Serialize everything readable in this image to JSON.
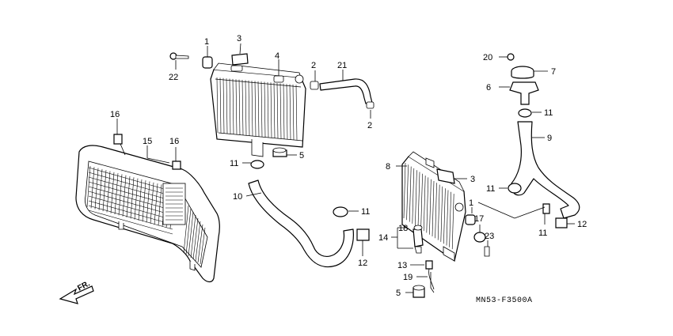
{
  "diagram": {
    "code": "MN53-F3500A",
    "direction_label": "FR.",
    "colors": {
      "line": "#000000",
      "background": "#ffffff"
    },
    "callouts": [
      {
        "id": "c1a",
        "text": "1"
      },
      {
        "id": "c2a",
        "text": "2"
      },
      {
        "id": "c2b",
        "text": "2"
      },
      {
        "id": "c3a",
        "text": "3"
      },
      {
        "id": "c4",
        "text": "4"
      },
      {
        "id": "c21",
        "text": "21"
      },
      {
        "id": "c22",
        "text": "22"
      },
      {
        "id": "c16a",
        "text": "16"
      },
      {
        "id": "c16b",
        "text": "16"
      },
      {
        "id": "c15",
        "text": "15"
      },
      {
        "id": "c11a",
        "text": "11"
      },
      {
        "id": "c5a",
        "text": "5"
      },
      {
        "id": "c10",
        "text": "10"
      },
      {
        "id": "c11b",
        "text": "11"
      },
      {
        "id": "c12a",
        "text": "12"
      },
      {
        "id": "c20",
        "text": "20"
      },
      {
        "id": "c7",
        "text": "7"
      },
      {
        "id": "c6",
        "text": "6"
      },
      {
        "id": "c11c",
        "text": "11"
      },
      {
        "id": "c9",
        "text": "9"
      },
      {
        "id": "c8",
        "text": "8"
      },
      {
        "id": "c3b",
        "text": "3"
      },
      {
        "id": "c11d",
        "text": "11"
      },
      {
        "id": "c1b",
        "text": "1"
      },
      {
        "id": "c17",
        "text": "17"
      },
      {
        "id": "c11e",
        "text": "11"
      },
      {
        "id": "c12b",
        "text": "12"
      },
      {
        "id": "c18",
        "text": "18"
      },
      {
        "id": "c14",
        "text": "14"
      },
      {
        "id": "c23",
        "text": "23"
      },
      {
        "id": "c13",
        "text": "13"
      },
      {
        "id": "c19",
        "text": "19"
      },
      {
        "id": "c5b",
        "text": "5"
      }
    ]
  }
}
